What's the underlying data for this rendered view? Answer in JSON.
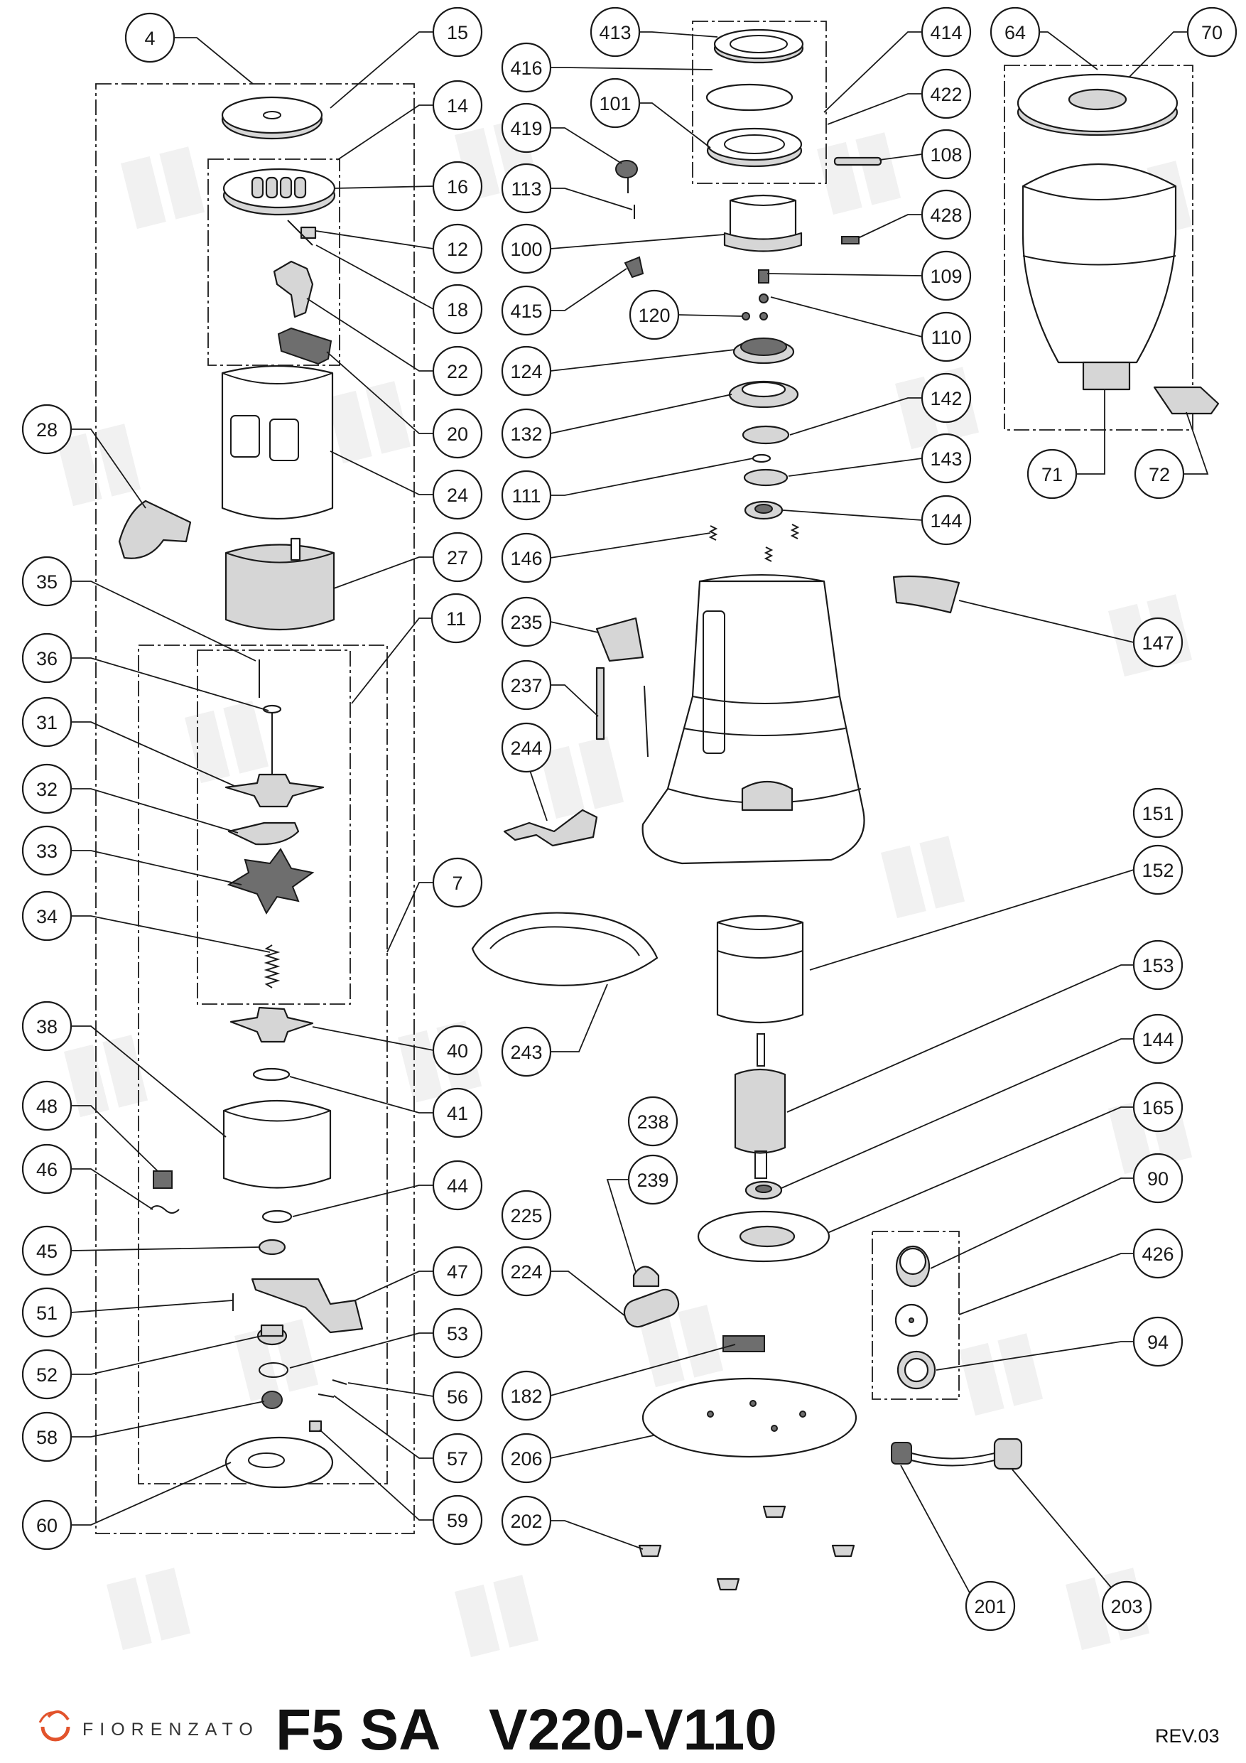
{
  "footer": {
    "brand": "FIORENZATO",
    "model": "F5 SA",
    "voltage": "V220-V110",
    "revision": "REV.03"
  },
  "colors": {
    "line": "#1a1a1a",
    "fill_light": "#d6d6d6",
    "fill_dark": "#6e6e6e",
    "watermark": "#f1f1f1",
    "logo_accent": "#e2532c"
  },
  "callouts": [
    {
      "label": "4"
    },
    {
      "label": "15"
    },
    {
      "label": "14"
    },
    {
      "label": "16"
    },
    {
      "label": "12"
    },
    {
      "label": "18"
    },
    {
      "label": "22"
    },
    {
      "label": "20"
    },
    {
      "label": "24"
    },
    {
      "label": "27"
    },
    {
      "label": "28"
    },
    {
      "label": "35"
    },
    {
      "label": "11"
    },
    {
      "label": "36"
    },
    {
      "label": "31"
    },
    {
      "label": "32"
    },
    {
      "label": "33"
    },
    {
      "label": "34"
    },
    {
      "label": "7"
    },
    {
      "label": "38"
    },
    {
      "label": "40"
    },
    {
      "label": "41"
    },
    {
      "label": "48"
    },
    {
      "label": "46"
    },
    {
      "label": "44"
    },
    {
      "label": "45"
    },
    {
      "label": "47"
    },
    {
      "label": "51"
    },
    {
      "label": "53"
    },
    {
      "label": "52"
    },
    {
      "label": "56"
    },
    {
      "label": "58"
    },
    {
      "label": "57"
    },
    {
      "label": "60"
    },
    {
      "label": "59"
    },
    {
      "label": "413"
    },
    {
      "label": "416"
    },
    {
      "label": "101"
    },
    {
      "label": "419"
    },
    {
      "label": "113"
    },
    {
      "label": "100"
    },
    {
      "label": "415"
    },
    {
      "label": "124"
    },
    {
      "label": "132"
    },
    {
      "label": "111"
    },
    {
      "label": "146"
    },
    {
      "label": "235"
    },
    {
      "label": "237"
    },
    {
      "label": "244"
    },
    {
      "label": "243"
    },
    {
      "label": "225"
    },
    {
      "label": "224"
    },
    {
      "label": "238"
    },
    {
      "label": "239"
    },
    {
      "label": "182"
    },
    {
      "label": "206"
    },
    {
      "label": "202"
    },
    {
      "label": "120"
    },
    {
      "label": "414"
    },
    {
      "label": "422"
    },
    {
      "label": "108"
    },
    {
      "label": "428"
    },
    {
      "label": "109"
    },
    {
      "label": "110"
    },
    {
      "label": "142"
    },
    {
      "label": "143"
    },
    {
      "label": "144"
    },
    {
      "label": "147"
    },
    {
      "label": "151"
    },
    {
      "label": "152"
    },
    {
      "label": "153"
    },
    {
      "label": "144"
    },
    {
      "label": "165"
    },
    {
      "label": "90"
    },
    {
      "label": "426"
    },
    {
      "label": "94"
    },
    {
      "label": "201"
    },
    {
      "label": "203"
    },
    {
      "label": "64"
    },
    {
      "label": "70"
    },
    {
      "label": "71"
    },
    {
      "label": "72"
    }
  ]
}
